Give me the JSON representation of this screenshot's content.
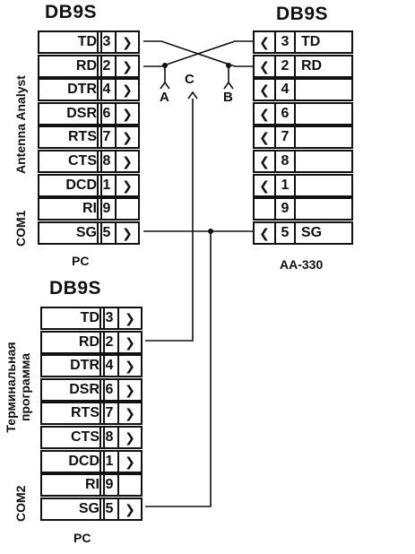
{
  "colors": {
    "ink": "#111111",
    "background": "#ffffff"
  },
  "left_top": {
    "title": "DB9S",
    "side_label_top": "Antenna Analyst",
    "side_label_bottom": "COM1",
    "footer": "PC",
    "rows": [
      {
        "name": "TD",
        "pin": "3",
        "arrow": true
      },
      {
        "name": "RD",
        "pin": "2",
        "arrow": true
      },
      {
        "name": "DTR",
        "pin": "4",
        "arrow": true
      },
      {
        "name": "DSR",
        "pin": "6",
        "arrow": true
      },
      {
        "name": "RTS",
        "pin": "7",
        "arrow": true
      },
      {
        "name": "CTS",
        "pin": "8",
        "arrow": true
      },
      {
        "name": "DCD",
        "pin": "1",
        "arrow": true
      },
      {
        "name": "RI",
        "pin": "9",
        "arrow": false
      },
      {
        "name": "SG",
        "pin": "5",
        "arrow": true
      }
    ]
  },
  "right": {
    "title": "DB9S",
    "footer": "AA-330",
    "rows": [
      {
        "pin": "3",
        "name": "TD",
        "arrow": true
      },
      {
        "pin": "2",
        "name": "RD",
        "arrow": true
      },
      {
        "pin": "4",
        "name": "",
        "arrow": true
      },
      {
        "pin": "6",
        "name": "",
        "arrow": true
      },
      {
        "pin": "7",
        "name": "",
        "arrow": true
      },
      {
        "pin": "8",
        "name": "",
        "arrow": true
      },
      {
        "pin": "1",
        "name": "",
        "arrow": true
      },
      {
        "pin": "9",
        "name": "",
        "arrow": false
      },
      {
        "pin": "5",
        "name": "SG",
        "arrow": true
      }
    ]
  },
  "left_bottom": {
    "title": "DB9S",
    "side_label_top_line1": "Терминальная",
    "side_label_top_line2": "программа",
    "side_label_bottom": "COM2",
    "footer": "PC",
    "rows": [
      {
        "name": "TD",
        "pin": "3",
        "arrow": true
      },
      {
        "name": "RD",
        "pin": "2",
        "arrow": true
      },
      {
        "name": "DTR",
        "pin": "4",
        "arrow": true
      },
      {
        "name": "DSR",
        "pin": "6",
        "arrow": true
      },
      {
        "name": "RTS",
        "pin": "7",
        "arrow": true
      },
      {
        "name": "CTS",
        "pin": "8",
        "arrow": true
      },
      {
        "name": "DCD",
        "pin": "1",
        "arrow": true
      },
      {
        "name": "RI",
        "pin": "9",
        "arrow": false
      },
      {
        "name": "SG",
        "pin": "5",
        "arrow": true
      }
    ]
  },
  "points": {
    "a": "A",
    "b": "B",
    "c": "C"
  }
}
